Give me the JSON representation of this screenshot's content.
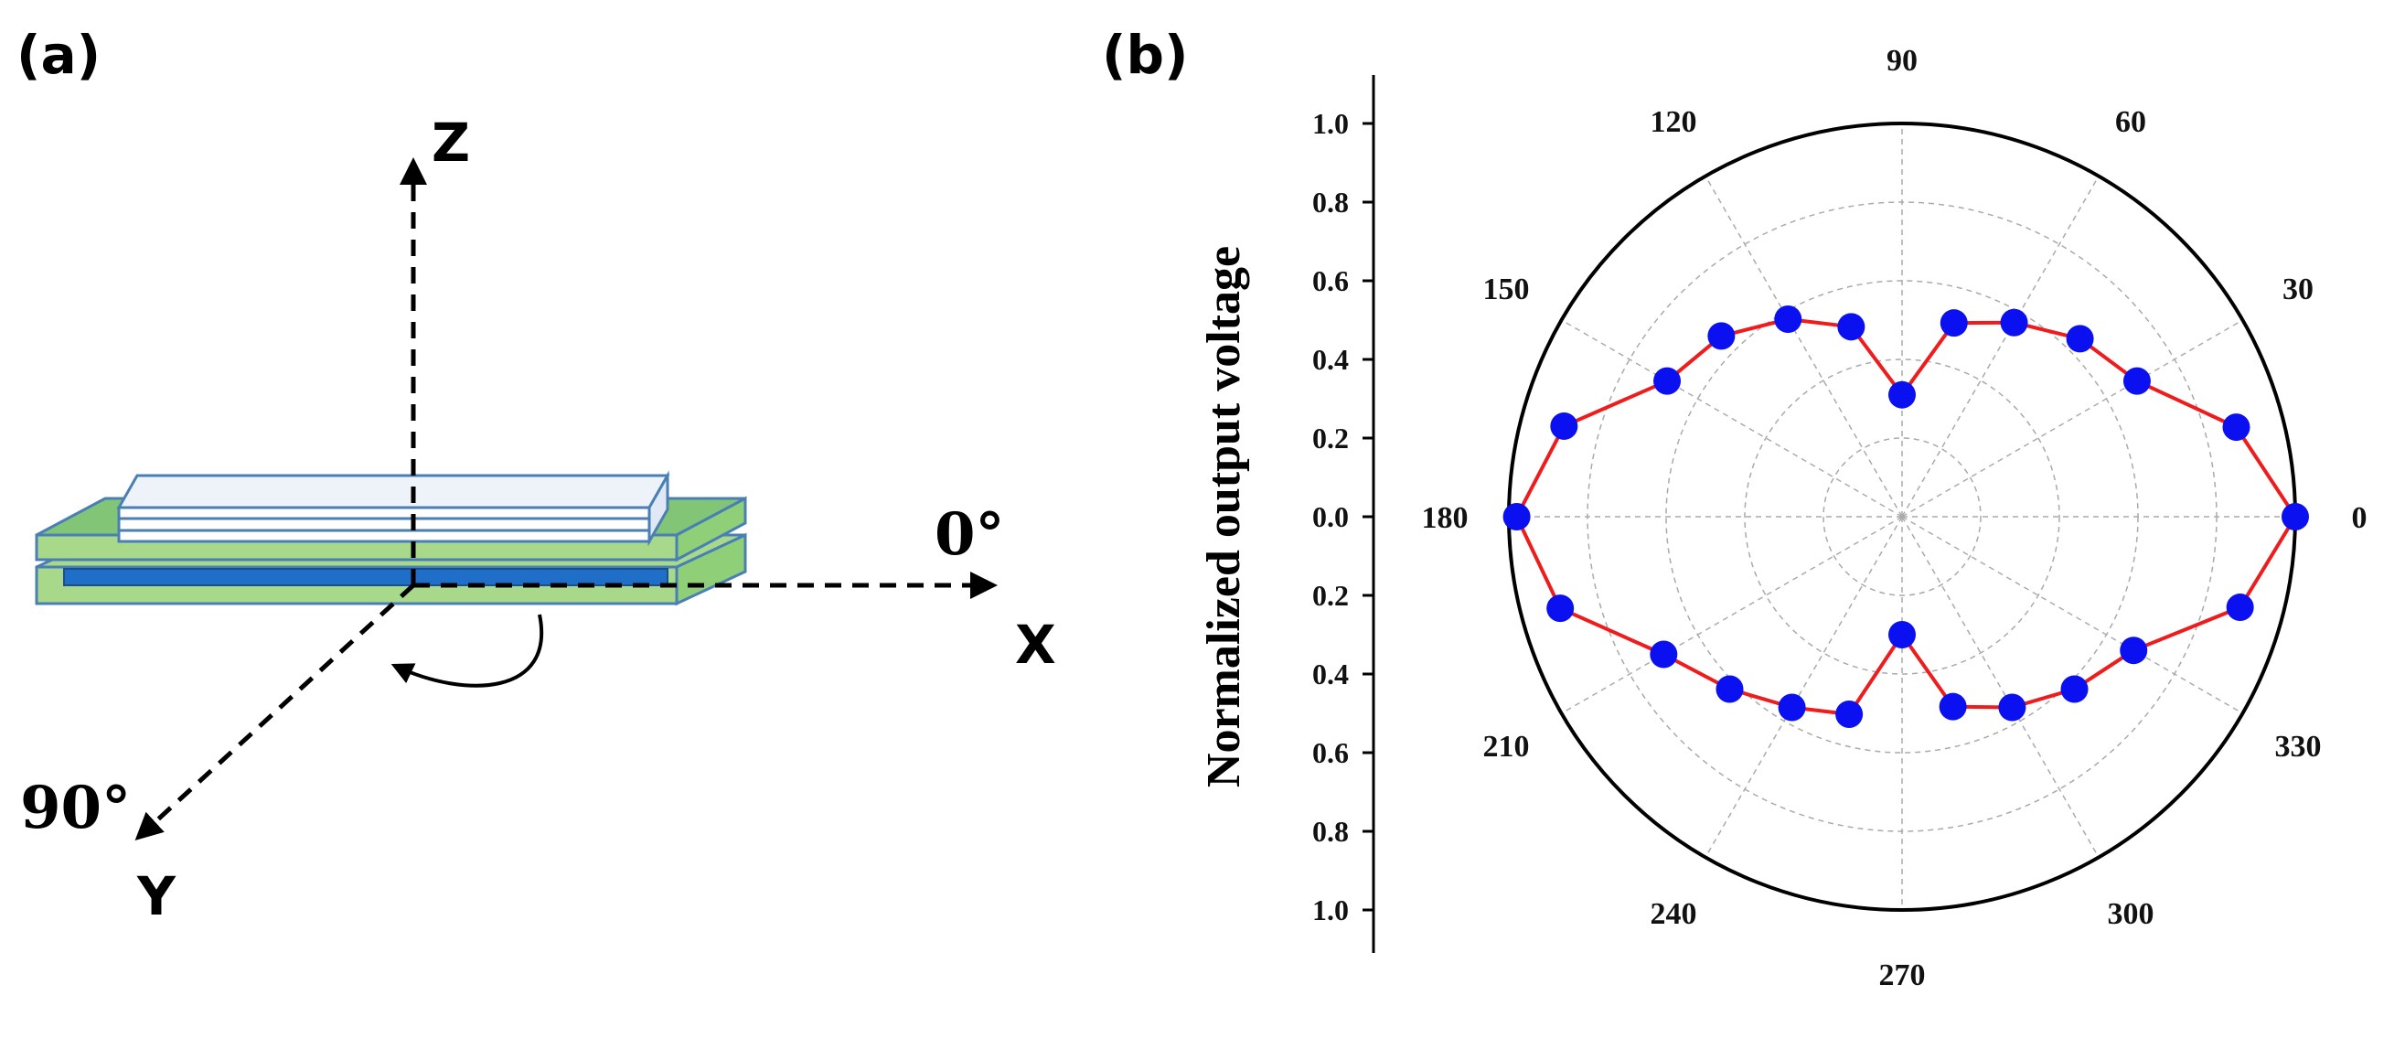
{
  "panel_a": {
    "label": "(a)",
    "axis_z": "Z",
    "axis_x": "X",
    "axis_y": "Y",
    "angle_0": "0°",
    "angle_90": "90°"
  },
  "panel_b": {
    "label": "(b)",
    "angle_labels": [
      "0",
      "30",
      "60",
      "90",
      "120",
      "150",
      "180",
      "210",
      "240",
      "270",
      "300",
      "330"
    ],
    "colors": {
      "line": "#ee1c1c",
      "marker": "#0a10f0",
      "grid": "#aaaaaa",
      "frame": "#000000"
    }
  },
  "chart_data": {
    "type": "scatter",
    "subtype": "polar",
    "ylabel": "Normalized output voltage",
    "radial_range": [
      0,
      1.0
    ],
    "radial_ticks": [
      "1.0",
      "0.8",
      "0.6",
      "0.4",
      "0.2",
      "0.0",
      "0.2",
      "0.4",
      "0.6",
      "0.8",
      "1.0"
    ],
    "angle_ticks": [
      0,
      30,
      60,
      90,
      120,
      150,
      180,
      210,
      240,
      270,
      300,
      330
    ],
    "grid": true,
    "series": [
      {
        "theta": [
          0,
          15,
          30,
          45,
          60,
          75,
          90,
          105,
          120,
          135,
          150,
          165,
          180,
          195,
          210,
          225,
          240,
          255,
          270,
          285,
          300,
          315,
          330,
          345
        ],
        "r": [
          1.0,
          0.88,
          0.69,
          0.64,
          0.57,
          0.51,
          0.31,
          0.5,
          0.58,
          0.65,
          0.69,
          0.89,
          0.98,
          0.9,
          0.7,
          0.62,
          0.56,
          0.52,
          0.3,
          0.5,
          0.56,
          0.62,
          0.68,
          0.89
        ]
      }
    ]
  }
}
